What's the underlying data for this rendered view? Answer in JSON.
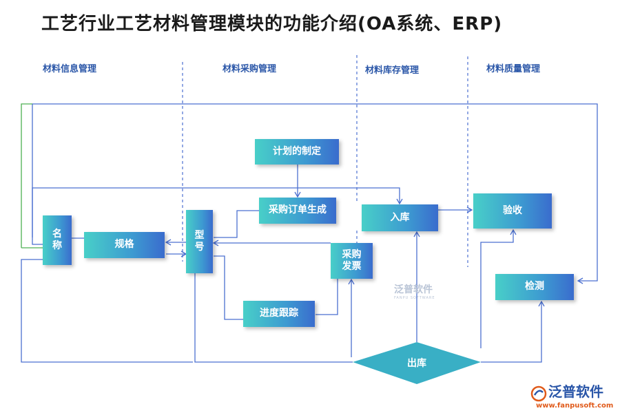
{
  "title": "工艺行业工艺材料管理模块的功能介绍(OA系统、ERP)",
  "columns": [
    "材料信息管理",
    "材料采购管理",
    "材料库存管理",
    "材料质量管理"
  ],
  "nodes": {
    "plan": "计划的制定",
    "order": "采购订单生成",
    "name_line1": "名",
    "name_line2": "称",
    "spec": "规格",
    "model_line1": "型",
    "model_line2": "号",
    "invoice_line1": "采购",
    "invoice_line2": "发票",
    "tracking": "进度跟踪",
    "stock_in": "入库",
    "acceptance": "验收",
    "inspection": "检测",
    "stock_out": "出库"
  },
  "watermark": {
    "name": "泛普软件",
    "sub": "FANPU SOFTWARE"
  },
  "logo": {
    "name": "泛普软件",
    "url": "www.fanpusoft.com"
  },
  "colors": {
    "line": "#4a6fd0",
    "label": "#2a56a8",
    "box_start": "#48cfc8",
    "box_end": "#3a6ccd"
  }
}
